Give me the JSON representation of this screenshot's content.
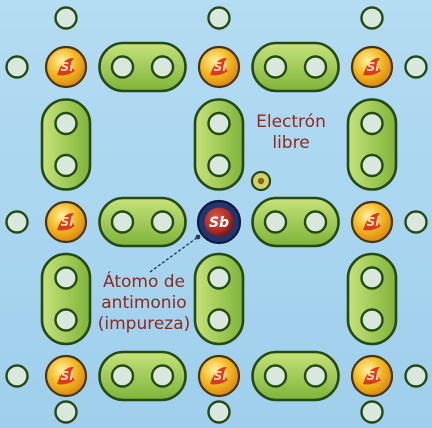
{
  "atoms": {
    "silicon_symbol": "Si",
    "antimony_symbol": "Sb"
  },
  "labels": {
    "free_electron": [
      "Electrón",
      "libre"
    ],
    "antimony_atom": [
      "Átomo de",
      "antimonio",
      "(impureza)"
    ]
  },
  "colors": {
    "background": "#a8d4ee",
    "bond_fill": "#95c94c",
    "bond_stroke": "#234a12",
    "silicon_outer": "#f2b21e",
    "silicon_core": "#dc3a20",
    "antimony_outer": "#22356f",
    "antimony_core": "#c23a2c",
    "electron_fill": "#d8e8dc",
    "free_electron_fill": "#d9cf6a",
    "label_color": "#8a2b1b"
  },
  "structure": {
    "lattice": "3x3 silicon crystal",
    "dopant_position": "center",
    "electrons_per_bond": 2,
    "free_electrons": 1
  }
}
